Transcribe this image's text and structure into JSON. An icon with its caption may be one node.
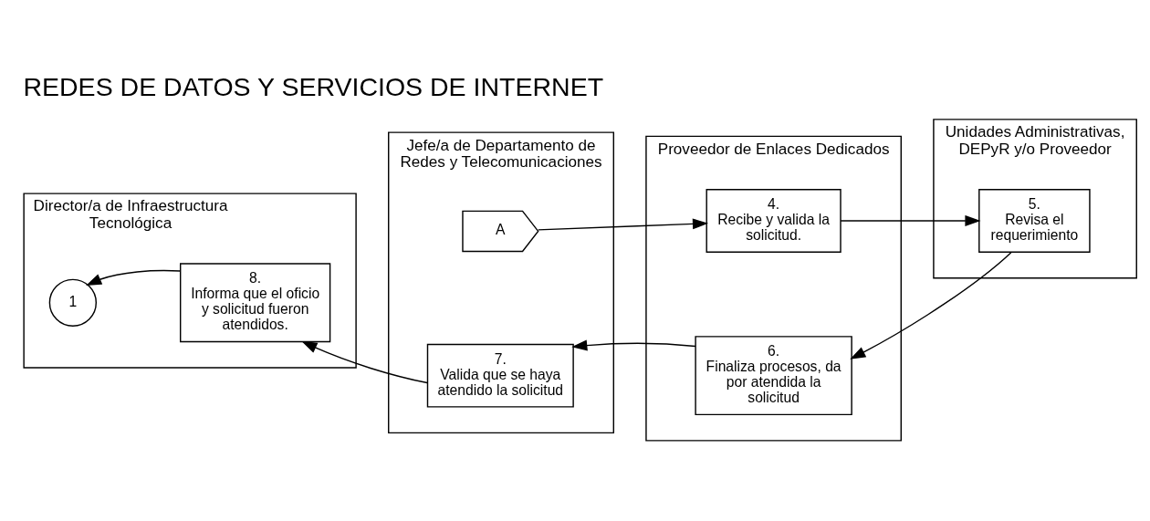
{
  "diagram": {
    "title": "REDES DE DATOS Y SERVICIOS DE INTERNET",
    "nodes": [
      {
        "text": [
          "Director/a de Infraestructura Tecnológica"
        ]
      },
      {
        "text": [
          "Jefe/a de Departamento de Redes y Telecomunicaciones"
        ]
      },
      {
        "text": [
          "Proveedor de Enlaces Dedicados"
        ]
      },
      {
        "text": [
          "Unidades Administrativas, DEPyR y/o Proveedor"
        ]
      },
      {
        "text": [
          "A"
        ],
        "in": 1
      },
      {
        "text": [
          "4.",
          "Recibe y valida la solicitud."
        ],
        "in": 2
      },
      {
        "text": [
          "5.",
          "Revisa el requerimiento"
        ],
        "in": 3
      },
      {
        "text": [
          "6.",
          "Finaliza procesos, da por atendida la solicitud"
        ],
        "in": 2
      },
      {
        "text": [
          "7.",
          "Valida que se haya atendido la solicitud"
        ],
        "in": 1
      },
      {
        "text": [
          "8.",
          "Informa que el oficio y solicitud fueron atendidos."
        ],
        "in": 0
      },
      {
        "text": [
          "1"
        ],
        "in": 0
      }
    ],
    "edges": [
      {
        "from": 4,
        "to": 5,
        "arrow": "to"
      },
      {
        "from": 5,
        "to": 6,
        "arrow": "to"
      },
      {
        "from": 6,
        "to": 7,
        "arrow": "to"
      },
      {
        "from": 7,
        "to": 8,
        "arrow": "to"
      },
      {
        "from": 8,
        "to": 9,
        "arrow": "to"
      },
      {
        "from": 9,
        "to": 10,
        "arrow": "to"
      }
    ]
  }
}
